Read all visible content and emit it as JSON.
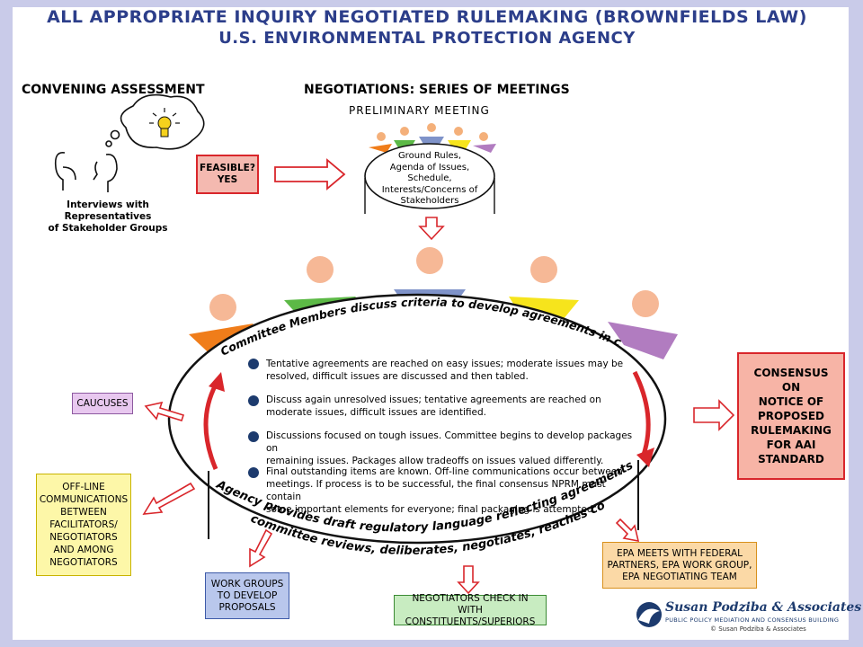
{
  "title_line1": "ALL APPROPRIATE INQUIRY NEGOTIATED RULEMAKING (BROWNFIELDS LAW)",
  "title_line2": "U.S. ENVIRONMENTAL PROTECTION AGENCY",
  "convening": {
    "heading": "CONVENING ASSESSMENT",
    "caption_line1": "Interviews with Representatives",
    "caption_line2": "of Stakeholder Groups",
    "feasible_line1": "FEASIBLE?",
    "feasible_line2": "YES"
  },
  "negotiations": {
    "heading": "NEGOTIATIONS:  SERIES OF MEETINGS",
    "preliminary": "PRELIMINARY MEETING",
    "table_text": [
      "Ground Rules,",
      "Agenda of Issues, Schedule,",
      "Interests/Concerns of",
      "Stakeholders"
    ]
  },
  "ellipse": {
    "top_arc": "Committee Members discuss criteria to develop agreements in concept.",
    "bottom_arc_1": "Agency provides draft regulatory language reflecting agreements in concept;",
    "bottom_arc_2": "committee reviews, deliberates, negotiates, reaches consensus.",
    "items": [
      {
        "l1": "Tentative agreements are reached on easy issues; moderate issues may be",
        "l2": "resolved, difficult issues are discussed and then tabled.",
        "l3": ""
      },
      {
        "l1": "Discuss again unresolved issues; tentative agreements are reached on",
        "l2": "moderate issues, difficult issues are identified.",
        "l3": ""
      },
      {
        "l1": "Discussions focused on tough issues.  Committee begins to develop packages on",
        "l2": "remaining issues.  Packages allow tradeoffs on issues valued differently.",
        "l3": ""
      },
      {
        "l1": "Final outstanding items are known.  Off-line communications occur between",
        "l2": "meetings.  If process is to be successful, the final consensus NPRM must contain",
        "l3": "some important elements for everyone; final packaging is attempted."
      }
    ]
  },
  "boxes": {
    "caucuses": "CAUCUSES",
    "offline": [
      "OFF-LINE",
      "COMMUNICATIONS",
      "BETWEEN",
      "FACILITATORS/",
      "NEGOTIATORS",
      "AND AMONG",
      "NEGOTIATORS"
    ],
    "workgroups": [
      "WORK GROUPS",
      "TO DEVELOP",
      "PROPOSALS"
    ],
    "checkin": [
      "NEGOTIATORS CHECK IN WITH",
      "CONSTITUENTS/SUPERIORS"
    ],
    "epa": [
      "EPA MEETS WITH FEDERAL",
      "PARTNERS, EPA WORK GROUP,",
      "EPA NEGOTIATING TEAM"
    ],
    "consensus": [
      "CONSENSUS",
      "ON",
      "NOTICE OF",
      "PROPOSED",
      "RULEMAKING",
      "FOR AAI",
      "STANDARD"
    ]
  },
  "logo": {
    "name": "Susan Podziba & Associates",
    "tagline": "Public Policy Mediation and Consensus Building",
    "copyright": "© Susan Podziba & Associates"
  },
  "colors": {
    "title": "#2c3e8a",
    "arrow_red": "#d9262b",
    "feasible_fill": "#f4b9b0",
    "caucus_fill": "#e8c8ef",
    "offline_fill": "#fdf7a8",
    "workgroup_fill": "#b9c7ec",
    "checkin_fill": "#c8ecc1",
    "epa_fill": "#fbd9a6",
    "consensus_fill": "#f7b4a6"
  }
}
